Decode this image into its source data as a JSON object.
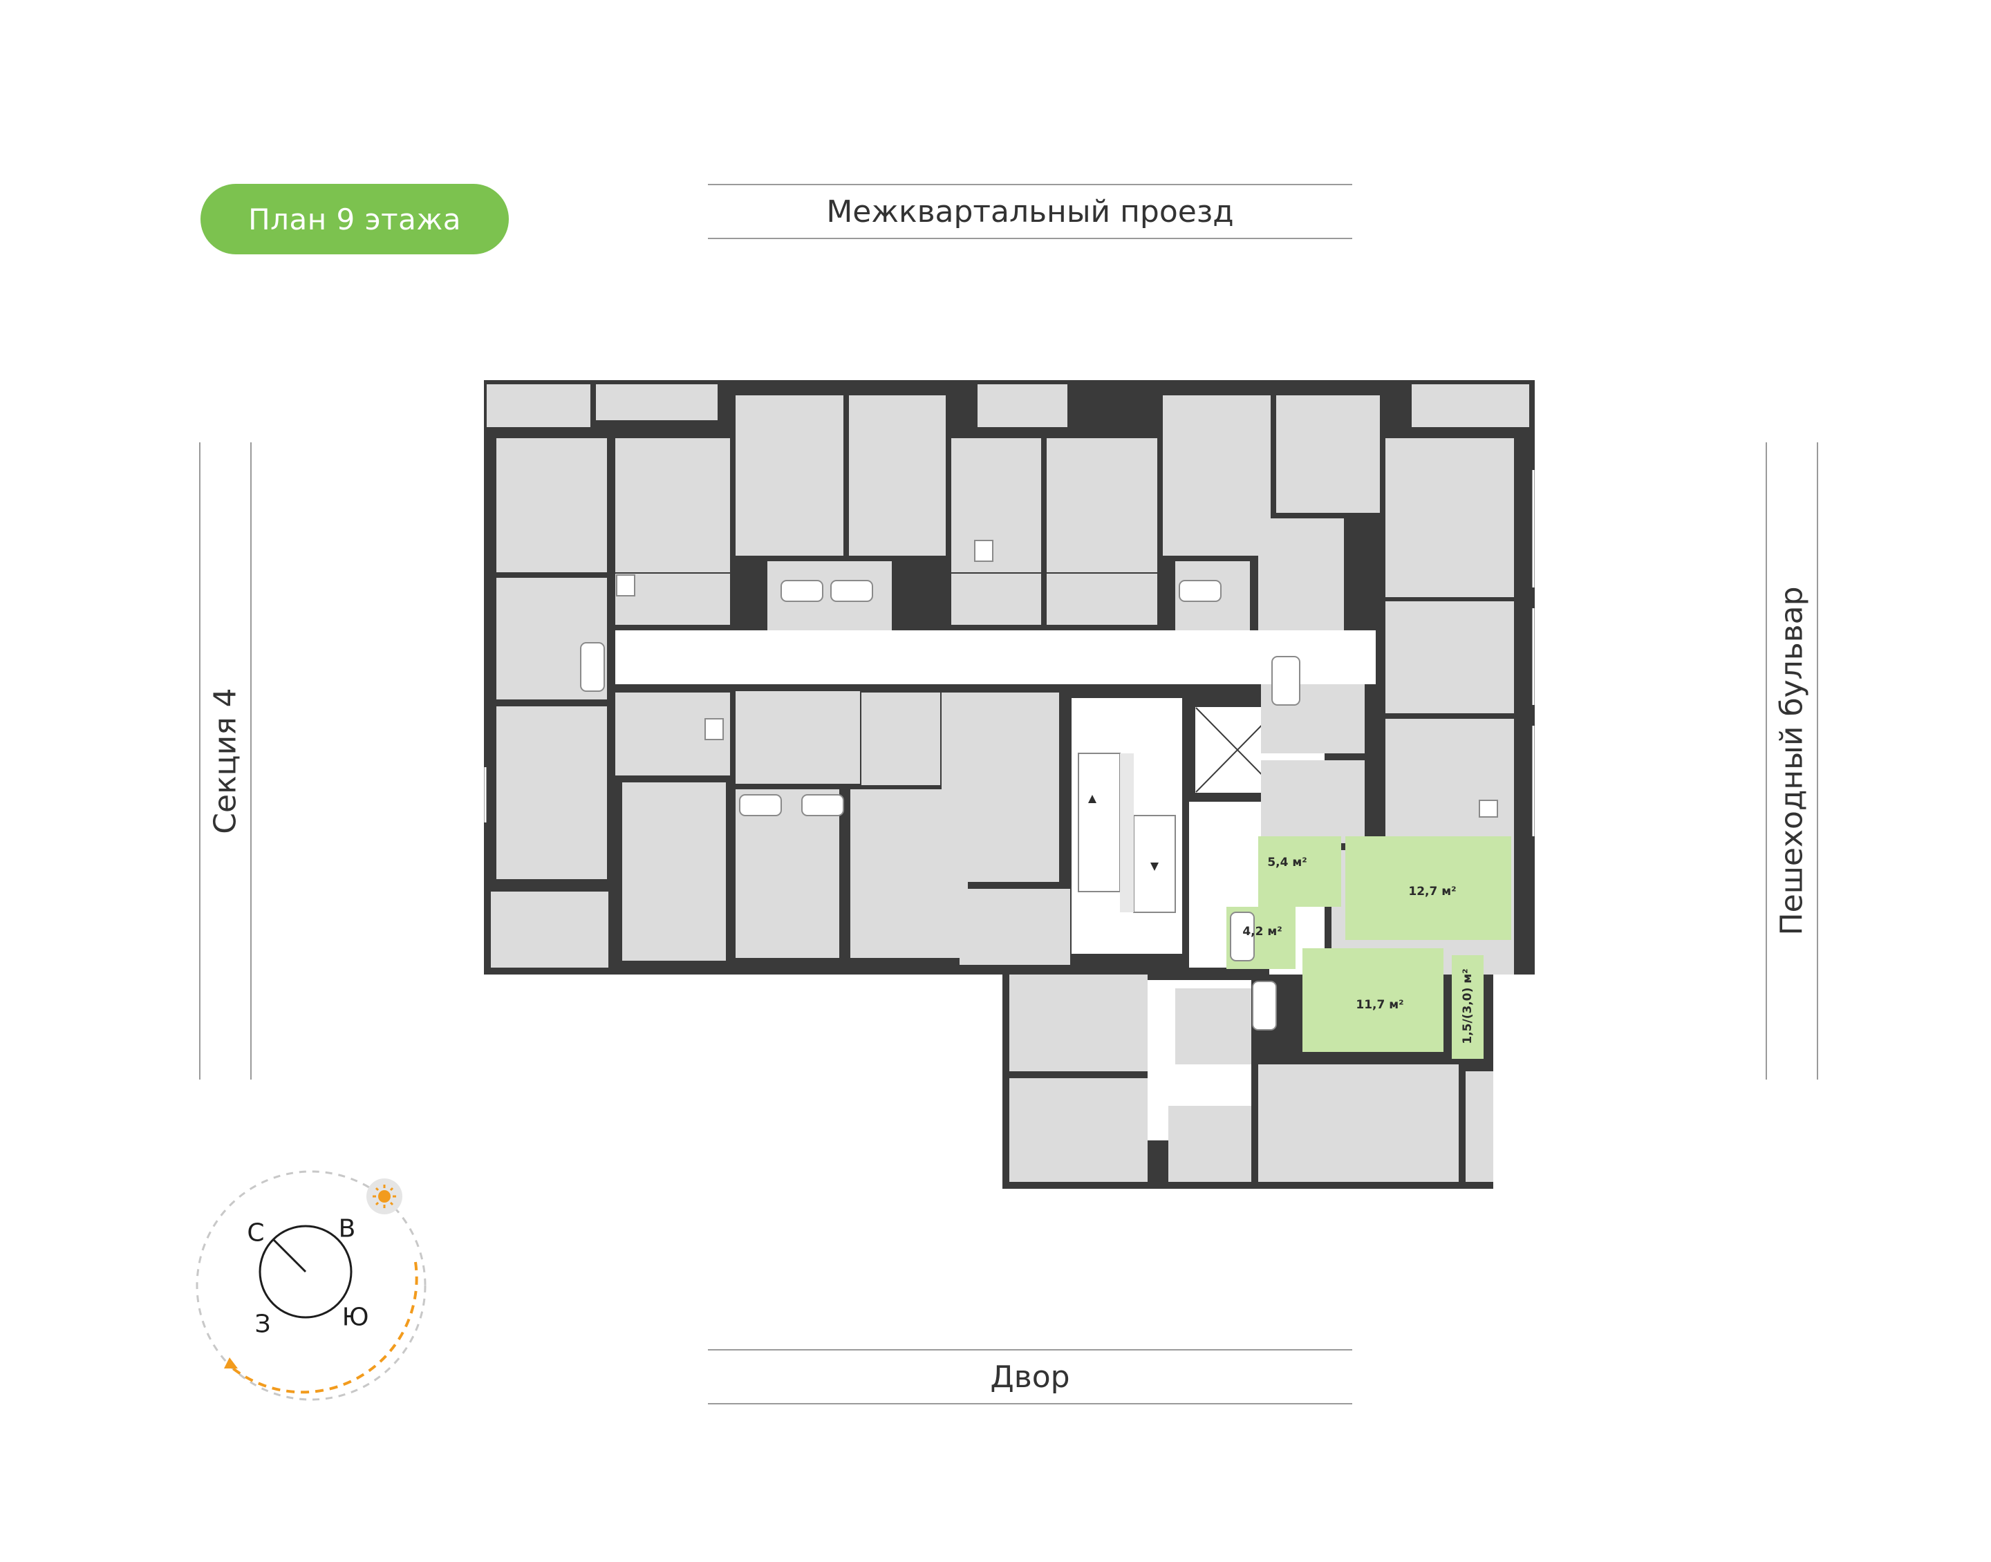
{
  "colors": {
    "accent": "#7cc24f",
    "highlight_room": "#c8e6a8",
    "room_fill": "#dcdcdc",
    "wall": "#3a3a3a",
    "sun": "#f29b1d"
  },
  "header": {
    "badge_label": "План 9 этажа"
  },
  "streets": {
    "top": "Межквартальный проезд",
    "bottom": "Двор",
    "left": "Секция 4",
    "right": "Пешеходный бульвар"
  },
  "apartment": {
    "rooms": [
      {
        "id": "hall",
        "area": "5,4 м²"
      },
      {
        "id": "kitchen-living",
        "area": "12,7 м²"
      },
      {
        "id": "bathroom",
        "area": "4,2 м²"
      },
      {
        "id": "bedroom",
        "area": "11,7 м²"
      },
      {
        "id": "balcony",
        "area": "1,5/(3,0) м²"
      }
    ]
  },
  "compass": {
    "north": "С",
    "east": "В",
    "south": "Ю",
    "west": "З",
    "icons": [
      "sun-icon",
      "direction-arrow-icon"
    ]
  }
}
